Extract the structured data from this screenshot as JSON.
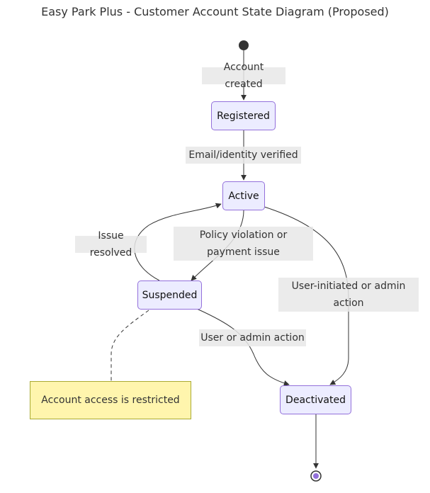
{
  "diagram": {
    "title": "Easy Park Plus - Customer Account State Diagram (Proposed)",
    "states": {
      "registered": "Registered",
      "active": "Active",
      "suspended": "Suspended",
      "deactivated": "Deactivated"
    },
    "transitions": {
      "account_created": "Account created",
      "verified": "Email/identity verified",
      "violation": "Policy violation or payment issue",
      "resolved": "Issue resolved",
      "user_admin_action": "User or admin action",
      "user_initiated": "User-initiated or admin action"
    },
    "note": "Account access is restricted",
    "colors": {
      "state_fill": "#ECECFF",
      "state_border": "#9370DB",
      "note_fill": "#FFF5AD",
      "note_border": "#AAAA33",
      "edge_label_bg": "#E8E8E8",
      "line": "#333333"
    }
  }
}
